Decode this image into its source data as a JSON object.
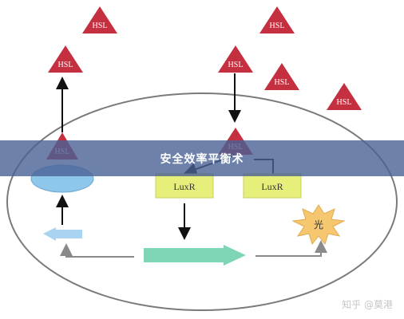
{
  "diagram": {
    "molecule_label": "HSL",
    "luxr_left": "LuxR",
    "luxr_right": "LuxR",
    "light_label": "光"
  },
  "banner": {
    "title": "安全效率平衡术"
  },
  "watermark": {
    "text": "知乎 @莫港"
  },
  "colors": {
    "hsl_triangle": "#c4303f",
    "luxr_box": "#e6ef79",
    "cell_outline": "#7a7a7a",
    "blue_ellipse": "#8fc7ea",
    "blue_arrow": "#a8d4f1",
    "green_arrow": "#7ed6b5",
    "light_burst": "#f5c870",
    "banner_overlay": "#486296"
  },
  "icons": [
    "hsl-triangle",
    "luxr-box",
    "light-burst-icon",
    "membrane-receptor-ellipse"
  ]
}
